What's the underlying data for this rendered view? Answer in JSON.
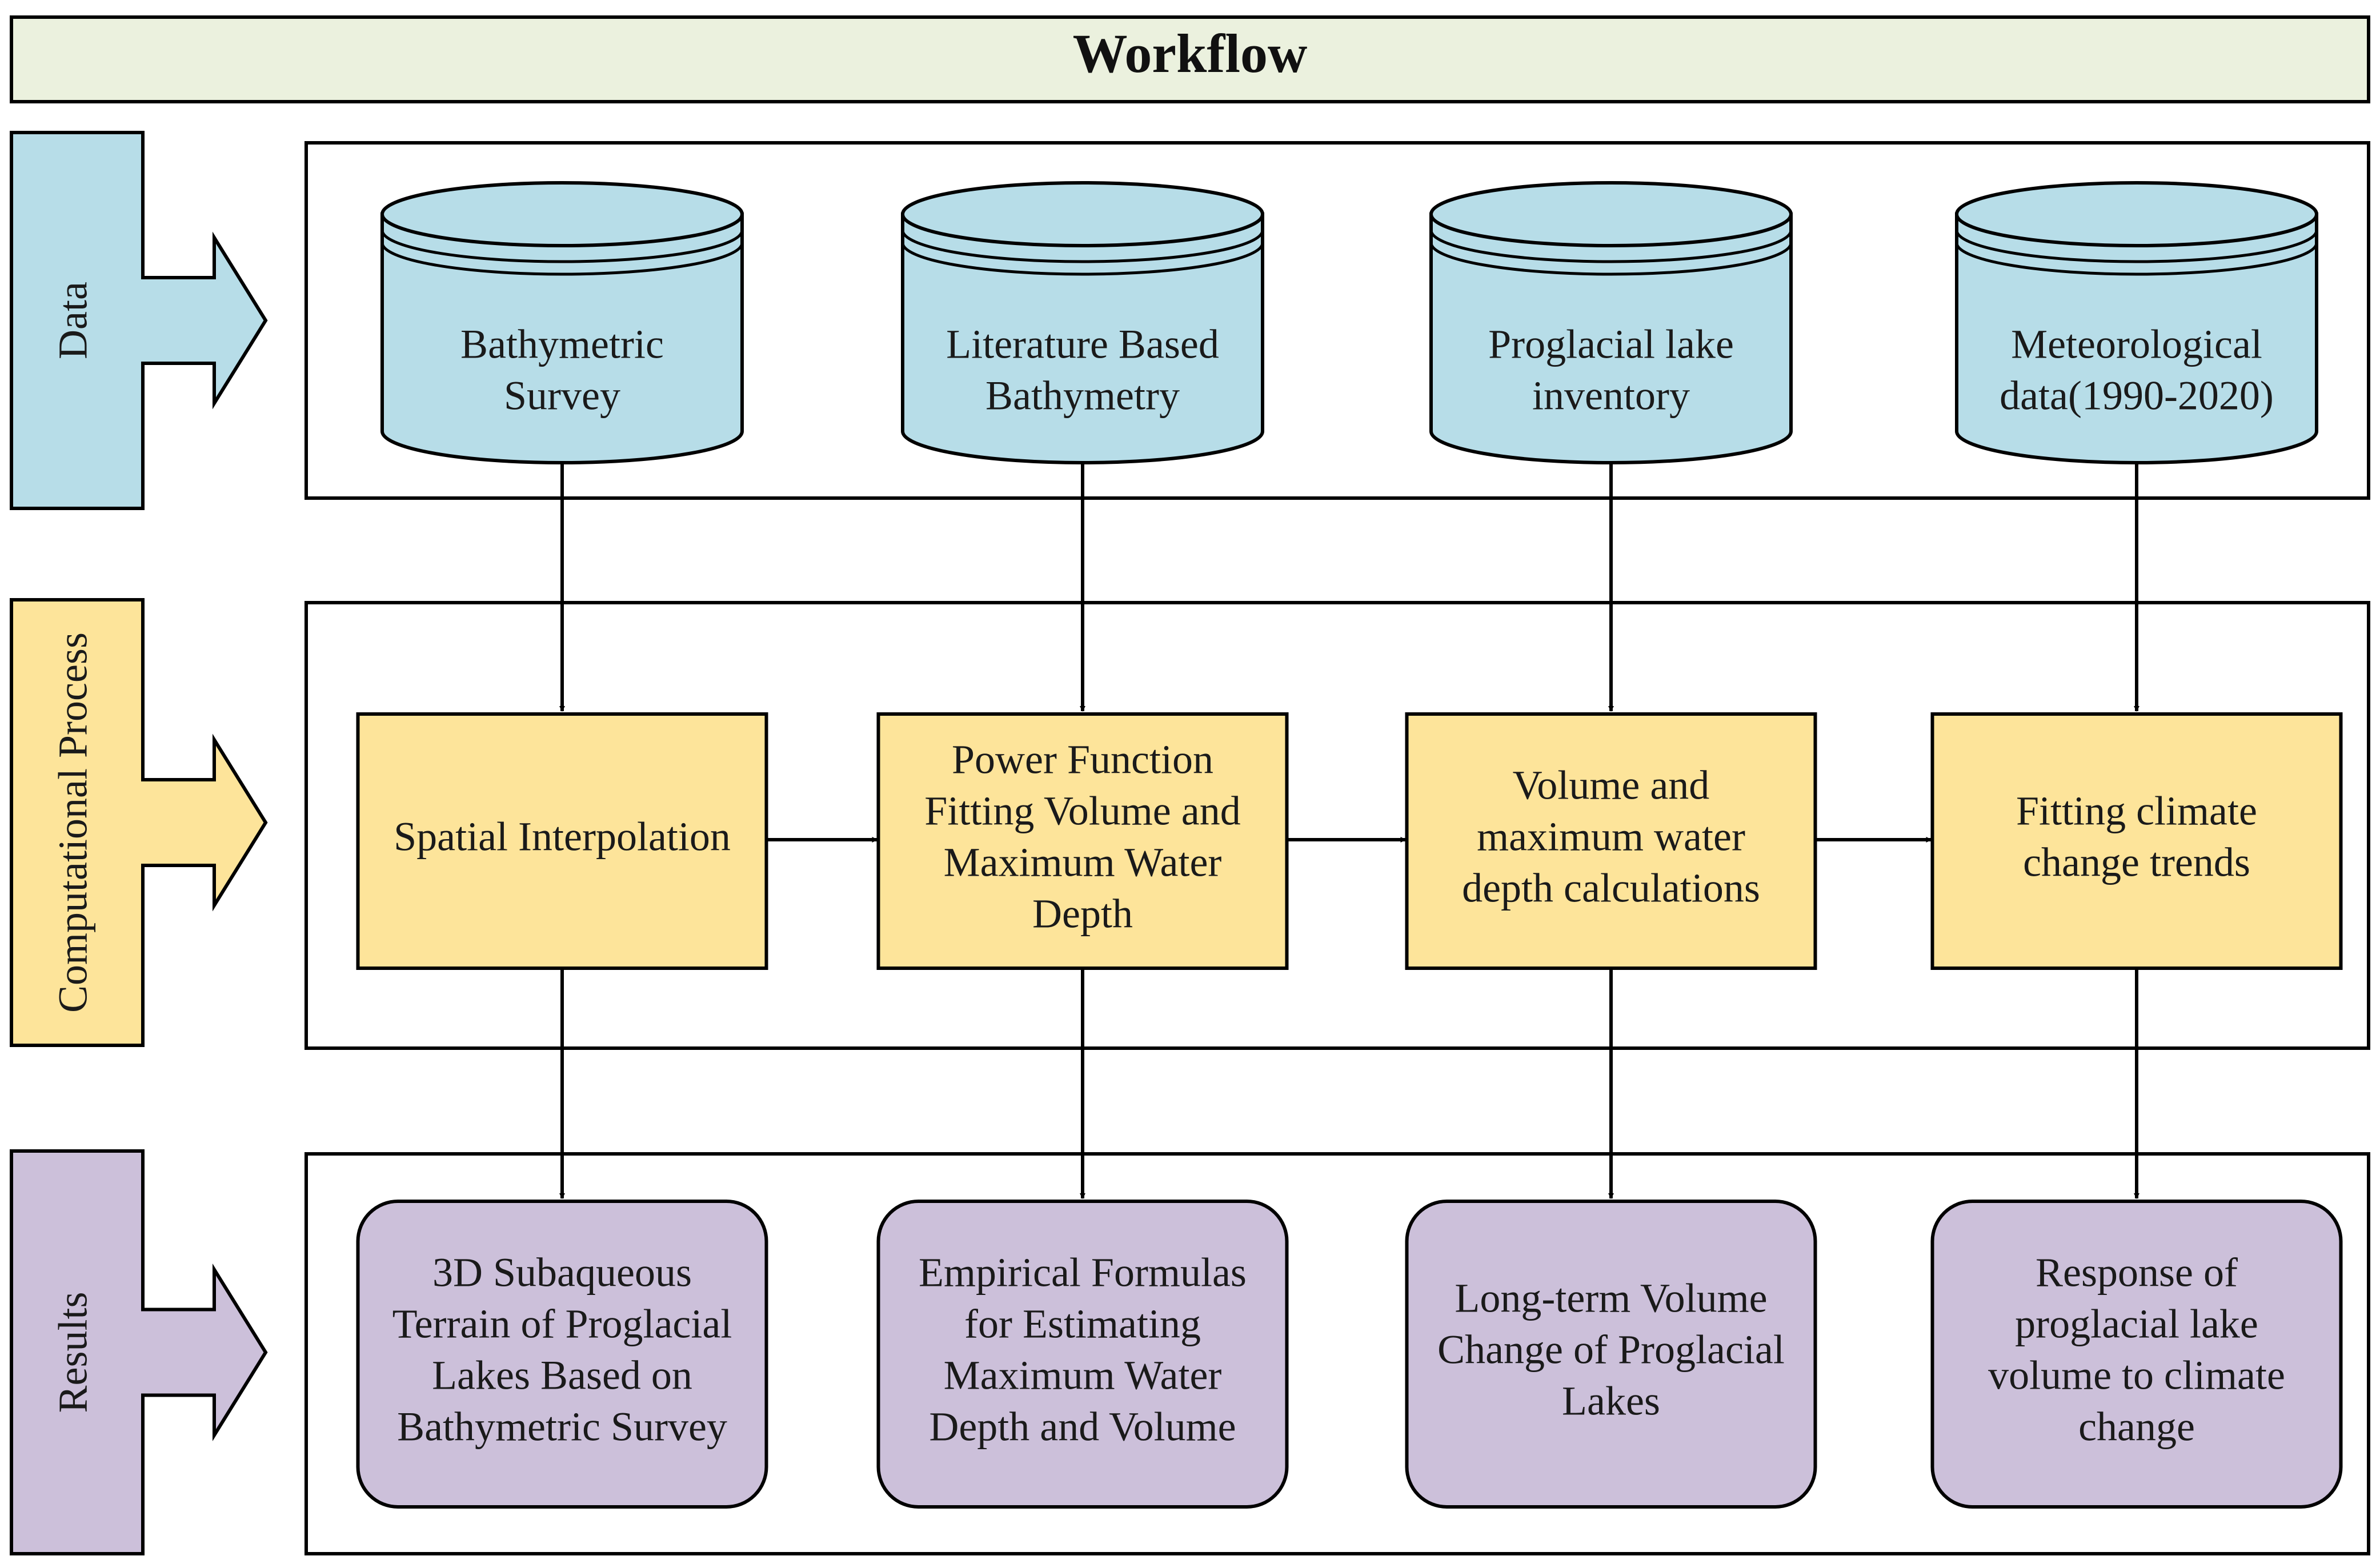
{
  "title": "Workflow",
  "sections": {
    "data": "Data",
    "process": "Computational Process",
    "results": "Results"
  },
  "data_sources": [
    {
      "lines": [
        "Bathymetric",
        "Survey"
      ]
    },
    {
      "lines": [
        "Literature Based",
        "Bathymetry"
      ]
    },
    {
      "lines": [
        "Proglacial lake",
        "inventory"
      ]
    },
    {
      "lines": [
        "Meteorological",
        "data(1990-2020)"
      ]
    }
  ],
  "processes": [
    {
      "lines": [
        "Spatial Interpolation"
      ]
    },
    {
      "lines": [
        "Power Function",
        "Fitting  Volume and",
        "Maximum Water",
        "Depth"
      ]
    },
    {
      "lines": [
        "Volume and",
        "maximum water",
        "depth calculations"
      ]
    },
    {
      "lines": [
        "Fitting climate",
        "change trends"
      ]
    }
  ],
  "results": [
    {
      "lines": [
        "3D Subaqueous",
        "Terrain  of Proglacial",
        "Lakes Based on",
        "Bathymetric Survey"
      ]
    },
    {
      "lines": [
        "Empirical Formulas",
        "for Estimating",
        "Maximum Water",
        "Depth and Volume"
      ]
    },
    {
      "lines": [
        "Long-term Volume",
        "Change of Proglacial",
        "Lakes"
      ]
    },
    {
      "lines": [
        "Response of",
        "proglacial lake",
        "volume to climate",
        "change"
      ]
    }
  ],
  "colors": {
    "title_bg": "#ebf1de",
    "data": "#b7dde8",
    "process": "#fde49a",
    "results": "#ccc0da",
    "line": "#000000"
  }
}
